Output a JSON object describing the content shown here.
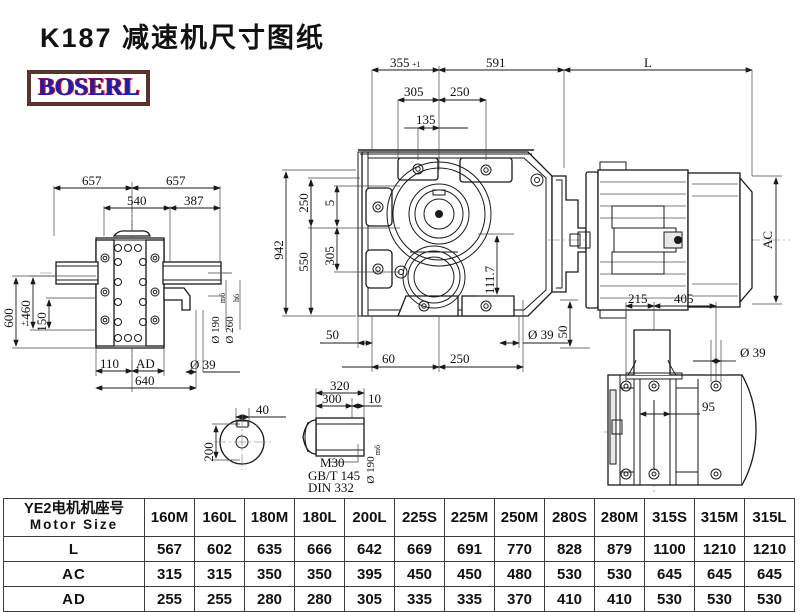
{
  "title": "K187 减速机尺寸图纸",
  "logo": {
    "text": "BOSERL",
    "border_color": "#5a342c",
    "text_color": "#1d1fa8",
    "shadow_color": "#c0152a"
  },
  "drawing": {
    "top_view_dims": {
      "d_355": "355",
      "d_591": "591",
      "d_L": "L",
      "d_305": "305",
      "d_250_top": "250",
      "d_135": "135"
    },
    "left_vertical_dims": {
      "d_942": "942",
      "d_550": "550",
      "d_250": "250",
      "d_5": "5",
      "d_305": "305"
    },
    "bottom_dims": {
      "d_50_left": "50",
      "d_60": "60",
      "d_250": "250",
      "d_dia39": "Ø 39",
      "d_50_right": "50",
      "d_111_7": "111.7"
    },
    "right_label_AC": "AC",
    "side_view_dims": {
      "d_657_left": "657",
      "d_657_right": "657",
      "d_540": "540",
      "d_387": "387",
      "d_600": "600",
      "d_460": "460",
      "d_150": "150",
      "d_110": "110",
      "d_AD": "AD",
      "d_640": "640",
      "d_dia39": "Ø 39",
      "d_dia190": "Ø 190",
      "d_dia190_tol": "m6",
      "d_dia260": "Ø 260",
      "d_dia260_tol": "h6"
    },
    "shaft_detail": {
      "d_40": "40",
      "d_200": "200",
      "d_320": "320",
      "d_300": "300",
      "d_10": "10",
      "thread": "M30",
      "std_1": "GB/T 145",
      "std_2": "DIN 332",
      "d_dia190": "Ø 190",
      "d_dia190_tol": "m6"
    },
    "end_view_dims": {
      "d_215": "215",
      "d_405": "405",
      "d_dia39": "Ø 39",
      "d_95": "95"
    }
  },
  "spec_table": {
    "header_label_cn": "YE2电机机座号",
    "header_label_en": "Motor Size",
    "motor_sizes": [
      "160M",
      "160L",
      "180M",
      "180L",
      "200L",
      "225S",
      "225M",
      "250M",
      "280S",
      "280M",
      "315S",
      "315M",
      "315L"
    ],
    "rows": [
      {
        "label": "L",
        "values": [
          "567",
          "602",
          "635",
          "666",
          "642",
          "669",
          "691",
          "770",
          "828",
          "879",
          "1100",
          "1210",
          "1210"
        ]
      },
      {
        "label": "AC",
        "values": [
          "315",
          "315",
          "350",
          "350",
          "395",
          "450",
          "450",
          "480",
          "530",
          "530",
          "645",
          "645",
          "645"
        ]
      },
      {
        "label": "AD",
        "values": [
          "255",
          "255",
          "280",
          "280",
          "305",
          "335",
          "335",
          "370",
          "410",
          "410",
          "530",
          "530",
          "530"
        ]
      }
    ]
  }
}
